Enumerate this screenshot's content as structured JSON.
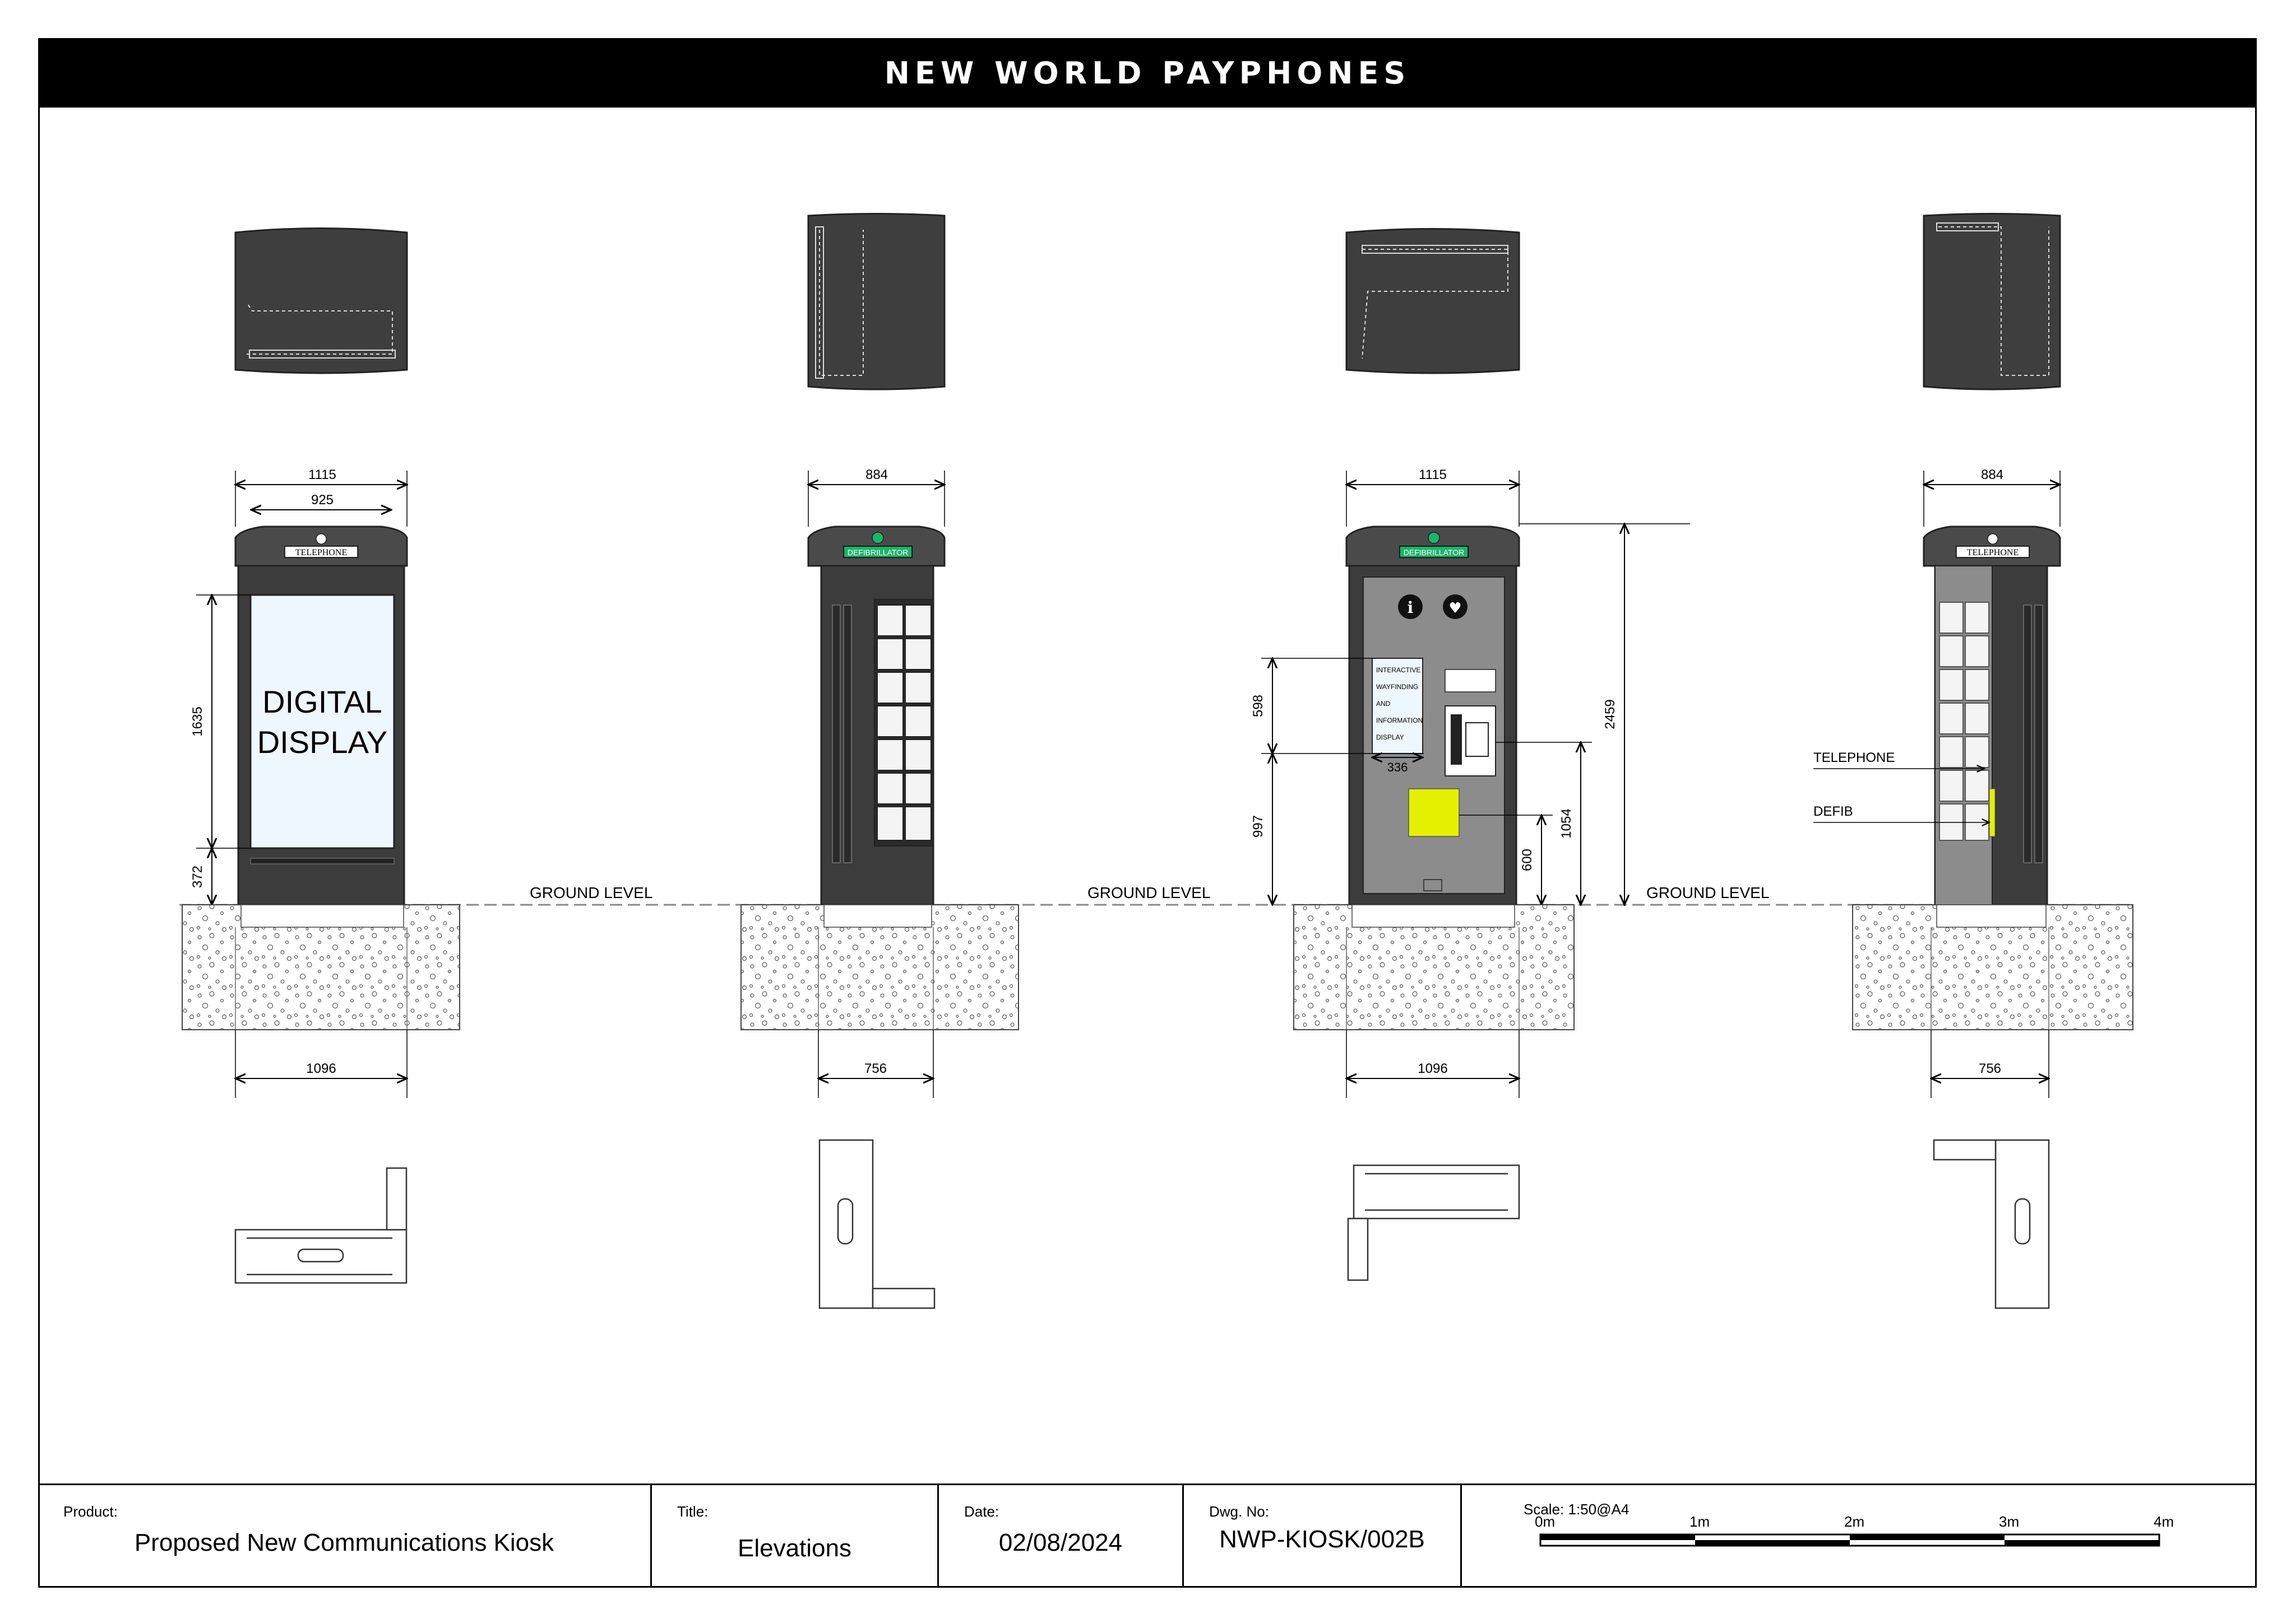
{
  "header": {
    "title": "NEW WORLD PAYPHONES"
  },
  "elevations": [
    {
      "name": "front",
      "width_top": "1115",
      "width_inner": "925",
      "height_display": "1635",
      "height_base": "372",
      "base_width": "1096",
      "sign": "TELEPHONE",
      "display_text": [
        "DIGITAL",
        "DISPLAY"
      ]
    },
    {
      "name": "side-left",
      "width_top": "884",
      "base_width": "756",
      "sign": "DEFIBRILLATOR"
    },
    {
      "name": "rear",
      "width_top": "1115",
      "base_width": "1096",
      "sign": "DEFIBRILLATOR",
      "display_text": [
        "INTERACTIVE",
        "WAYFINDING",
        "AND",
        "INFORMATION",
        "DISPLAY"
      ],
      "dim_598": "598",
      "dim_997": "997",
      "dim_336": "336",
      "dim_600": "600",
      "dim_1054": "1054",
      "dim_2459": "2459"
    },
    {
      "name": "side-right",
      "width_top": "884",
      "base_width": "756",
      "sign": "TELEPHONE",
      "callouts": [
        "TELEPHONE",
        "DEFIB"
      ]
    }
  ],
  "ground_label": "GROUND LEVEL",
  "title_block": {
    "product_label": "Product:",
    "product": "Proposed New Communications Kiosk",
    "title_label": "Title:",
    "title": "Elevations",
    "date_label": "Date:",
    "date": "02/08/2024",
    "dwg_label": "Dwg. No:",
    "dwg": "NWP-KIOSK/002B",
    "scale_label": "Scale: 1:50@A4",
    "scale_ticks": [
      "0m",
      "1m",
      "2m",
      "3m",
      "4m"
    ]
  },
  "colors": {
    "kiosk_dark": "#3c3c3c",
    "kiosk_grey": "#8c8c8c",
    "display_blue": "#eef6fe",
    "defib_yellow": "#e5f000",
    "sign_green": "#1db36a"
  }
}
